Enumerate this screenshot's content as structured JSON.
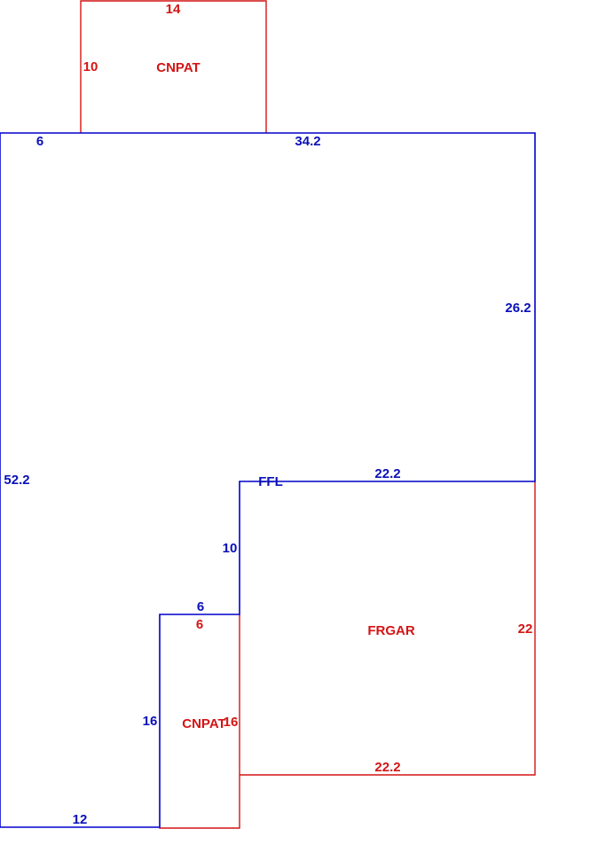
{
  "colors": {
    "blue": "#0000cc",
    "red": "#d41414"
  },
  "areas": {
    "cnpat_top": {
      "label": "CNPAT",
      "dims": {
        "top": "14",
        "left": "10"
      }
    },
    "ffl": {
      "label": "FFL",
      "dims": {
        "top_left": "6",
        "top_right": "34.2",
        "right_upper": "26.2",
        "left": "52.2",
        "garage_top": "22.2",
        "inner_vertical": "10",
        "step_top": "6",
        "porch_left": "16",
        "bottom": "12"
      }
    },
    "frgar": {
      "label": "FRGAR",
      "dims": {
        "right": "22",
        "bottom": "22.2"
      }
    },
    "cnpat_bottom": {
      "label": "CNPAT",
      "dims": {
        "top": "6",
        "right": "16"
      }
    }
  }
}
